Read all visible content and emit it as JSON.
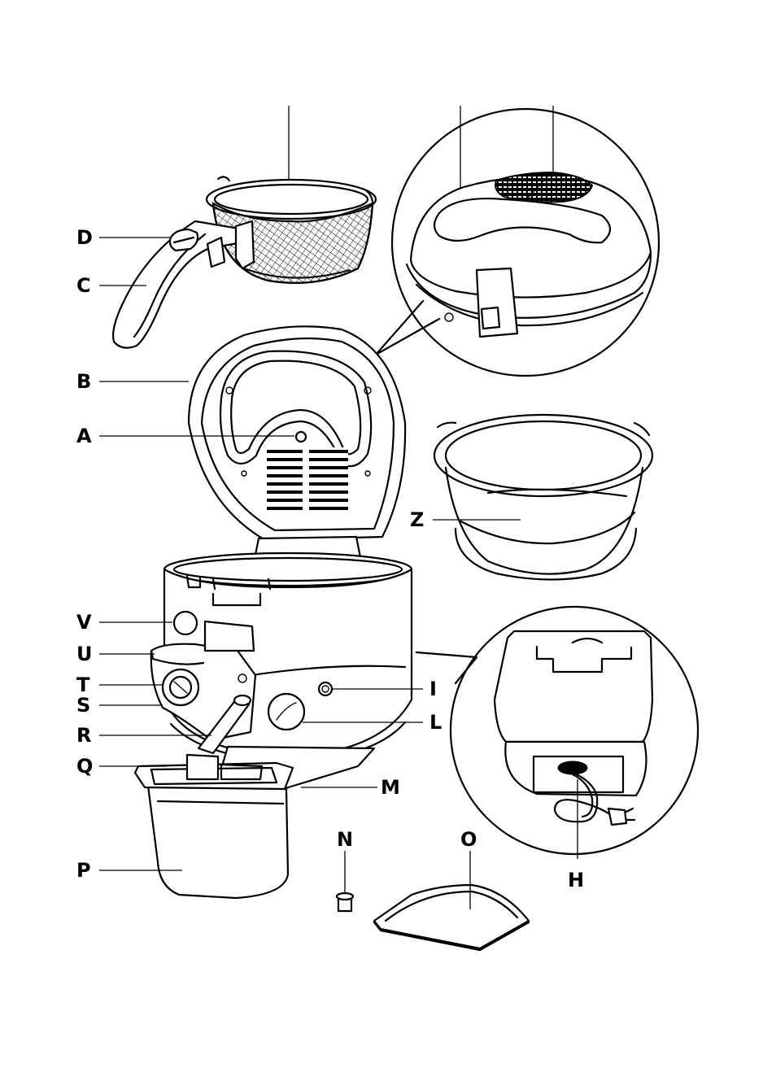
{
  "colors": {
    "ink": "#000000",
    "paper": "#ffffff"
  },
  "labels": {
    "A": "A",
    "B": "B",
    "C": "C",
    "D": "D",
    "H": "H",
    "I": "I",
    "L": "L",
    "M": "M",
    "N": "N",
    "O": "O",
    "P": "P",
    "Q": "Q",
    "R": "R",
    "S": "S",
    "T": "T",
    "U": "U",
    "V": "V",
    "Z": "Z"
  }
}
